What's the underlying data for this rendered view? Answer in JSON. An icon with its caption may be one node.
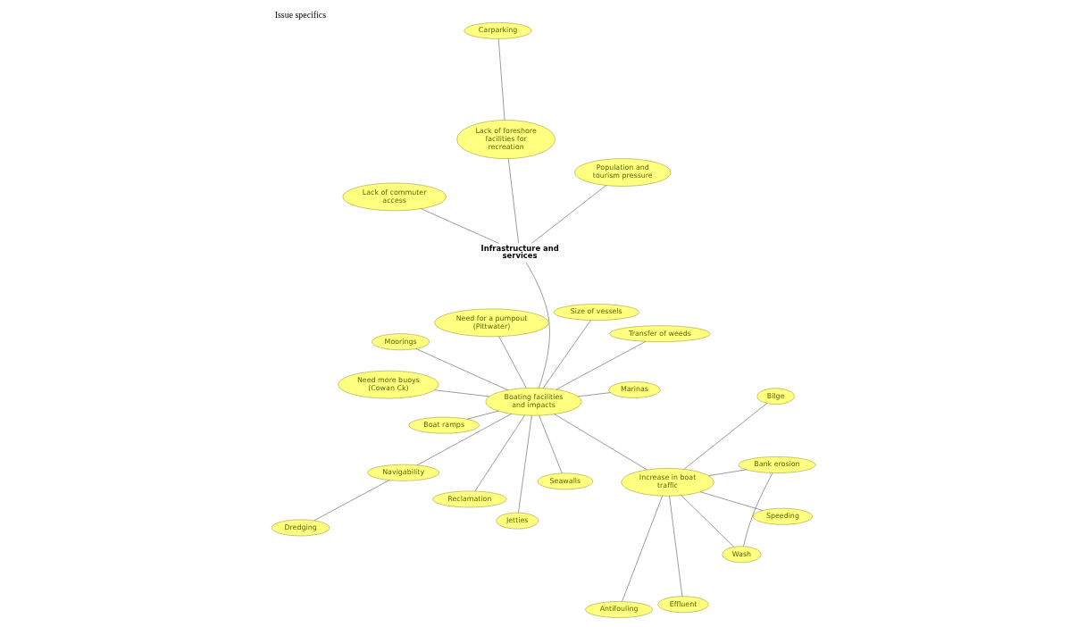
{
  "diagram": {
    "title": "Issue specifics",
    "nodes": [
      {
        "text": [
          "Infrastructure and services"
        ]
      },
      {
        "text": [
          "Carparking"
        ]
      },
      {
        "text": [
          "Lack of commuter access"
        ]
      },
      {
        "text": [
          "Population and tourism pressure"
        ]
      },
      {
        "text": [
          "Lack of foreshore facilities for recreation"
        ]
      },
      {
        "text": [
          "Transfer of weeds"
        ]
      },
      {
        "text": [
          "Reclamation"
        ]
      },
      {
        "text": [
          "Size of vessels"
        ]
      },
      {
        "text": [
          "Dredging"
        ]
      },
      {
        "text": [
          "Increase in boat traffic"
        ]
      },
      {
        "text": [
          "Speeding"
        ]
      },
      {
        "text": [
          "Boating facilities and impacts"
        ]
      },
      {
        "text": [
          "Navigability"
        ]
      },
      {
        "text": [
          "Wash"
        ]
      },
      {
        "text": [
          "Jetties"
        ]
      },
      {
        "text": [
          "Bank erosion"
        ]
      },
      {
        "text": [
          "Boat ramps"
        ]
      },
      {
        "text": [
          "Need more buoys (Cowan Ck)"
        ]
      },
      {
        "text": [
          "Effluent"
        ]
      },
      {
        "text": [
          "Marinas"
        ]
      },
      {
        "text": [
          "Moorings"
        ]
      },
      {
        "text": [
          "Bilge"
        ]
      },
      {
        "text": [
          "Antifouling"
        ]
      },
      {
        "text": [
          "Seawalls"
        ]
      },
      {
        "text": [
          "Need for a pumpout (Pittwater)"
        ]
      }
    ],
    "edges": [
      {
        "from": 1,
        "to": 4,
        "arrow": "none"
      },
      {
        "from": 2,
        "to": 0,
        "arrow": "none"
      },
      {
        "from": 3,
        "to": 0,
        "arrow": "none"
      },
      {
        "from": 4,
        "to": 0,
        "arrow": "none"
      },
      {
        "from": 0,
        "to": 11,
        "arrow": "none"
      },
      {
        "from": 11,
        "to": 5,
        "arrow": "none"
      },
      {
        "from": 11,
        "to": 6,
        "arrow": "none"
      },
      {
        "from": 11,
        "to": 7,
        "arrow": "none"
      },
      {
        "from": 8,
        "to": 12,
        "arrow": "none"
      },
      {
        "from": 12,
        "to": 11,
        "arrow": "none"
      },
      {
        "from": 9,
        "to": 11,
        "arrow": "none"
      },
      {
        "from": 9,
        "to": 10,
        "arrow": "none"
      },
      {
        "from": 9,
        "to": 13,
        "arrow": "none"
      },
      {
        "from": 9,
        "to": 15,
        "arrow": "none"
      },
      {
        "from": 9,
        "to": 18,
        "arrow": "none"
      },
      {
        "from": 9,
        "to": 22,
        "arrow": "none"
      },
      {
        "from": 9,
        "to": 21,
        "arrow": "none"
      },
      {
        "from": 13,
        "to": 15,
        "arrow": "none"
      },
      {
        "from": 11,
        "to": 14,
        "arrow": "none"
      },
      {
        "from": 11,
        "to": 16,
        "arrow": "none"
      },
      {
        "from": 11,
        "to": 19,
        "arrow": "none"
      },
      {
        "from": 11,
        "to": 23,
        "arrow": "none"
      },
      {
        "from": 11,
        "to": 20,
        "arrow": "none"
      },
      {
        "from": 11,
        "to": 24,
        "arrow": "none"
      },
      {
        "from": 11,
        "to": 17,
        "arrow": "none"
      }
    ]
  }
}
